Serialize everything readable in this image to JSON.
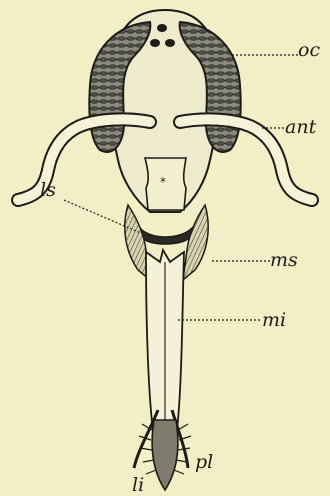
{
  "labels": {
    "oc": "oc",
    "ant": "ant",
    "ls": "ls",
    "ms": "ms",
    "mi": "mi",
    "pl": "pl",
    "li": "li"
  },
  "colors": {
    "background": "#f2efc6",
    "ink": "#1c1b16",
    "eye_fill": "#7a7a6e"
  }
}
